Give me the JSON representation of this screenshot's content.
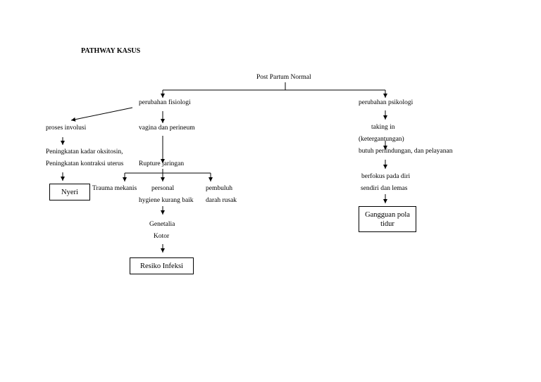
{
  "title": "PATHWAY KASUS",
  "root": "Post Partum Normal",
  "fisiologi": {
    "label": "perubahan fisiologi",
    "proses_involusi": "proses involusi",
    "kadar_line1": "Peningkatan kadar oksitosin,",
    "kadar_line2": "Peningkatan kontraksi uterus",
    "nyeri": "Nyeri",
    "vagina": "vagina dan perineum",
    "rupture": "Rupture jaringan",
    "trauma": "Trauma  mekanis",
    "personal_line1": "personal",
    "personal_line2": "hygiene kurang baik",
    "pembuluh_line1": "pembuluh",
    "pembuluh_line2": "darah rusak",
    "genetalia_line1": "Genetalia",
    "genetalia_line2": "Kotor",
    "resiko": "Resiko Infeksi"
  },
  "psikologi": {
    "label": "perubahan psikologi",
    "taking_line1": "taking in",
    "taking_line2": "(ketergantungan)",
    "butuh": "butuh perlindungan, dan pelayanan",
    "berfokus_line1": "berfokus pada diri",
    "berfokus_line2": "sendiri dan lemas",
    "gangguan_line1": "Gangguan pola",
    "gangguan_line2": "tidur"
  }
}
